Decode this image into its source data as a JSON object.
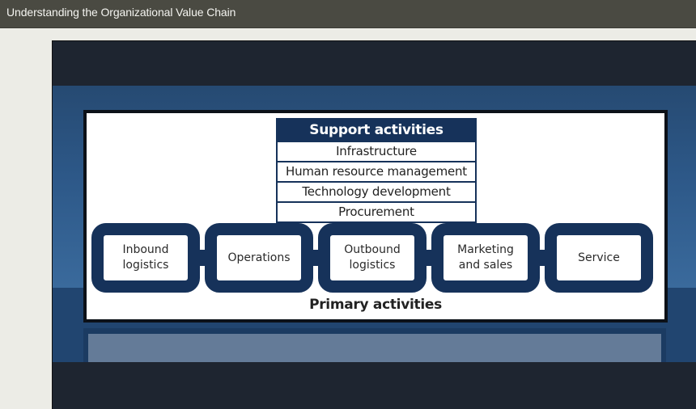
{
  "window": {
    "title": "Understanding the Organizational Value Chain"
  },
  "diagram": {
    "support": {
      "heading": "Support activities",
      "items": [
        "Infrastructure",
        "Human resource management",
        "Technology development",
        "Procurement"
      ]
    },
    "primary": {
      "heading": "Primary activities",
      "links": [
        {
          "line1": "Inbound",
          "line2": "logistics"
        },
        {
          "line1": "Operations",
          "line2": ""
        },
        {
          "line1": "Outbound",
          "line2": "logistics"
        },
        {
          "line1": "Marketing",
          "line2": "and sales"
        },
        {
          "line1": "Service",
          "line2": ""
        }
      ]
    }
  },
  "colors": {
    "navy": "#16325a",
    "titlebar": "#4a4a42",
    "frame_dark": "#1e2530",
    "blue": "#2d5888"
  }
}
